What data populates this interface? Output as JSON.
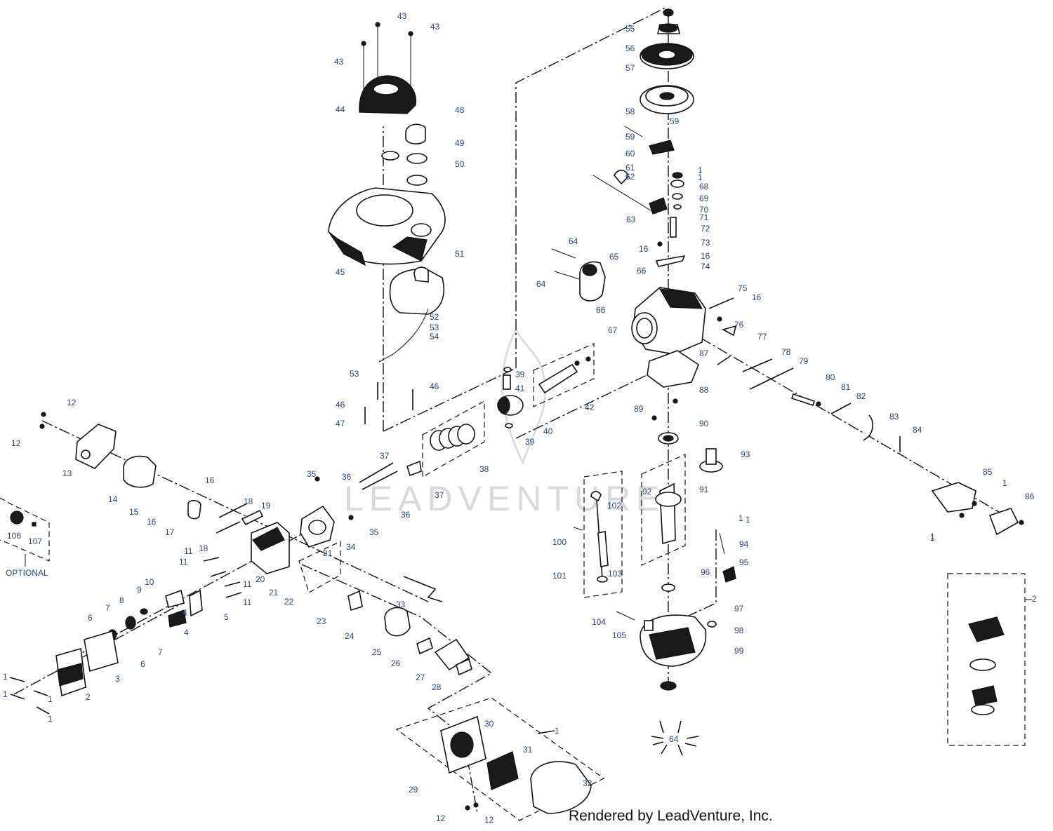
{
  "diagram": {
    "credit": "Rendered by LeadVenture, Inc.",
    "watermark": "LEADVENTURE",
    "optional_label": "OPTIONAL",
    "callouts": [
      {
        "id": "c43a",
        "text": "43"
      },
      {
        "id": "c43b",
        "text": "43"
      },
      {
        "id": "c43c",
        "text": "43"
      },
      {
        "id": "c44",
        "text": "44"
      },
      {
        "id": "c48",
        "text": "48"
      },
      {
        "id": "c49",
        "text": "49"
      },
      {
        "id": "c50",
        "text": "50"
      },
      {
        "id": "c45",
        "text": "45"
      },
      {
        "id": "c51",
        "text": "51"
      },
      {
        "id": "c52",
        "text": "52"
      },
      {
        "id": "c53a",
        "text": "53"
      },
      {
        "id": "c54",
        "text": "54"
      },
      {
        "id": "c53b",
        "text": "53"
      },
      {
        "id": "c46a",
        "text": "46"
      },
      {
        "id": "c46b",
        "text": "46"
      },
      {
        "id": "c47",
        "text": "47"
      },
      {
        "id": "c55",
        "text": "55"
      },
      {
        "id": "c56",
        "text": "56"
      },
      {
        "id": "c57",
        "text": "57"
      },
      {
        "id": "c58",
        "text": "58"
      },
      {
        "id": "c59a",
        "text": "59"
      },
      {
        "id": "c59b",
        "text": "59"
      },
      {
        "id": "c60",
        "text": "60"
      },
      {
        "id": "c61",
        "text": "61"
      },
      {
        "id": "c62",
        "text": "62"
      },
      {
        "id": "c1a",
        "text": "1"
      },
      {
        "id": "c1b",
        "text": "1"
      },
      {
        "id": "c68",
        "text": "68"
      },
      {
        "id": "c69",
        "text": "69"
      },
      {
        "id": "c70",
        "text": "70"
      },
      {
        "id": "c71",
        "text": "71"
      },
      {
        "id": "c63",
        "text": "63"
      },
      {
        "id": "c72",
        "text": "72"
      },
      {
        "id": "c73",
        "text": "73"
      },
      {
        "id": "c16a",
        "text": "16"
      },
      {
        "id": "c16b",
        "text": "16"
      },
      {
        "id": "c74",
        "text": "74"
      },
      {
        "id": "c64a",
        "text": "64"
      },
      {
        "id": "c65",
        "text": "65"
      },
      {
        "id": "c66a",
        "text": "66"
      },
      {
        "id": "c64b",
        "text": "64"
      },
      {
        "id": "c66b",
        "text": "66"
      },
      {
        "id": "c75",
        "text": "75"
      },
      {
        "id": "c16c",
        "text": "16"
      },
      {
        "id": "c76",
        "text": "76"
      },
      {
        "id": "c67",
        "text": "67"
      },
      {
        "id": "c77",
        "text": "77"
      },
      {
        "id": "c78",
        "text": "78"
      },
      {
        "id": "c79",
        "text": "79"
      },
      {
        "id": "c87",
        "text": "87"
      },
      {
        "id": "c39a",
        "text": "39"
      },
      {
        "id": "c41",
        "text": "41"
      },
      {
        "id": "c42",
        "text": "42"
      },
      {
        "id": "c40",
        "text": "40"
      },
      {
        "id": "c39b",
        "text": "39"
      },
      {
        "id": "c88",
        "text": "88"
      },
      {
        "id": "c80",
        "text": "80"
      },
      {
        "id": "c81",
        "text": "81"
      },
      {
        "id": "c82",
        "text": "82"
      },
      {
        "id": "c89",
        "text": "89"
      },
      {
        "id": "c90",
        "text": "90"
      },
      {
        "id": "c83",
        "text": "83"
      },
      {
        "id": "c84",
        "text": "84"
      },
      {
        "id": "c93",
        "text": "93"
      },
      {
        "id": "c85",
        "text": "85"
      },
      {
        "id": "c1c",
        "text": "1"
      },
      {
        "id": "c86",
        "text": "86"
      },
      {
        "id": "c1d",
        "text": "1"
      },
      {
        "id": "c12a",
        "text": "12"
      },
      {
        "id": "c12b",
        "text": "12"
      },
      {
        "id": "c13",
        "text": "13"
      },
      {
        "id": "c14",
        "text": "14"
      },
      {
        "id": "c15",
        "text": "15"
      },
      {
        "id": "c16d",
        "text": "16"
      },
      {
        "id": "c16e",
        "text": "16"
      },
      {
        "id": "c17",
        "text": "17"
      },
      {
        "id": "c18a",
        "text": "18"
      },
      {
        "id": "c19",
        "text": "19"
      },
      {
        "id": "c18b",
        "text": "18"
      },
      {
        "id": "c38",
        "text": "38"
      },
      {
        "id": "c37a",
        "text": "37"
      },
      {
        "id": "c37b",
        "text": "37"
      },
      {
        "id": "c35a",
        "text": "35"
      },
      {
        "id": "c36a",
        "text": "36"
      },
      {
        "id": "c36b",
        "text": "36"
      },
      {
        "id": "c35b",
        "text": "35"
      },
      {
        "id": "c34",
        "text": "34"
      },
      {
        "id": "c92",
        "text": "92"
      },
      {
        "id": "c91",
        "text": "91"
      },
      {
        "id": "c102",
        "text": "102"
      },
      {
        "id": "c100",
        "text": "100"
      },
      {
        "id": "c101",
        "text": "101"
      },
      {
        "id": "c103",
        "text": "103"
      },
      {
        "id": "c1e",
        "text": "1"
      },
      {
        "id": "c1f",
        "text": "1"
      },
      {
        "id": "c94",
        "text": "94"
      },
      {
        "id": "c95",
        "text": "95"
      },
      {
        "id": "c96",
        "text": "96"
      },
      {
        "id": "c97",
        "text": "97"
      },
      {
        "id": "c104",
        "text": "104"
      },
      {
        "id": "c105",
        "text": "105"
      },
      {
        "id": "c98",
        "text": "98"
      },
      {
        "id": "c99",
        "text": "99"
      },
      {
        "id": "c64c",
        "text": "64"
      },
      {
        "id": "c106",
        "text": "106"
      },
      {
        "id": "c107",
        "text": "107"
      },
      {
        "id": "c11a",
        "text": "11"
      },
      {
        "id": "c11b",
        "text": "11"
      },
      {
        "id": "c11c",
        "text": "11"
      },
      {
        "id": "c11d",
        "text": "11"
      },
      {
        "id": "c20",
        "text": "20"
      },
      {
        "id": "c21a",
        "text": "21"
      },
      {
        "id": "c21b",
        "text": "21"
      },
      {
        "id": "c22",
        "text": "22"
      },
      {
        "id": "c10",
        "text": "10"
      },
      {
        "id": "c9",
        "text": "9"
      },
      {
        "id": "c8",
        "text": "8"
      },
      {
        "id": "c5",
        "text": "5"
      },
      {
        "id": "c7a",
        "text": "7"
      },
      {
        "id": "c7b",
        "text": "7"
      },
      {
        "id": "c4a",
        "text": "4"
      },
      {
        "id": "c4b",
        "text": "4"
      },
      {
        "id": "c6a",
        "text": "6"
      },
      {
        "id": "c6b",
        "text": "6"
      },
      {
        "id": "c3",
        "text": "3"
      },
      {
        "id": "c2a",
        "text": "2"
      },
      {
        "id": "c33",
        "text": "33"
      },
      {
        "id": "c23",
        "text": "23"
      },
      {
        "id": "c24",
        "text": "24"
      },
      {
        "id": "c25",
        "text": "25"
      },
      {
        "id": "c26",
        "text": "26"
      },
      {
        "id": "c27",
        "text": "27"
      },
      {
        "id": "c28",
        "text": "28"
      },
      {
        "id": "c30",
        "text": "30"
      },
      {
        "id": "c1g",
        "text": "1"
      },
      {
        "id": "c31",
        "text": "31"
      },
      {
        "id": "c32",
        "text": "32"
      },
      {
        "id": "c29",
        "text": "29"
      },
      {
        "id": "c12c",
        "text": "12"
      },
      {
        "id": "c12d",
        "text": "12"
      },
      {
        "id": "c1h",
        "text": "1"
      },
      {
        "id": "c1i",
        "text": "1"
      },
      {
        "id": "c1j",
        "text": "1"
      },
      {
        "id": "c1k",
        "text": "1"
      },
      {
        "id": "c1l",
        "text": "1"
      },
      {
        "id": "c2b",
        "text": "2"
      }
    ]
  }
}
